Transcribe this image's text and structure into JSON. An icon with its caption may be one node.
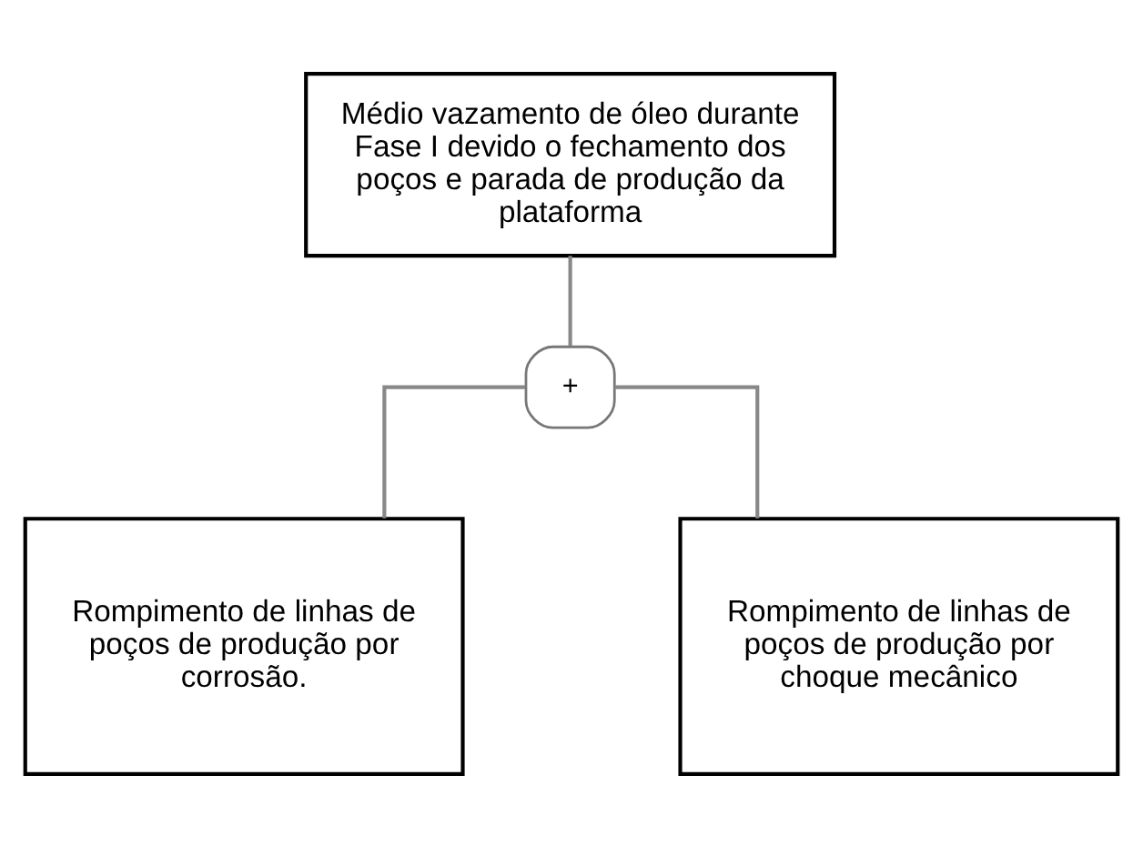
{
  "diagram": {
    "nodes": [
      {
        "text": [
          "Médio vazamento de óleo durante Fase I devido o fechamento dos poços e parada de produção da plataforma"
        ]
      },
      {
        "text": [
          "+"
        ]
      },
      {
        "text": [
          "Rompimento de linhas de poços de produção por corrosão."
        ]
      },
      {
        "text": [
          "Rompimento de linhas de poços de produção por choque mecânico"
        ]
      }
    ],
    "edges": [
      {
        "from": 0,
        "to": 1,
        "arrow": "none"
      },
      {
        "from": 1,
        "to": 2,
        "arrow": "none"
      },
      {
        "from": 1,
        "to": 3,
        "arrow": "none"
      }
    ]
  }
}
